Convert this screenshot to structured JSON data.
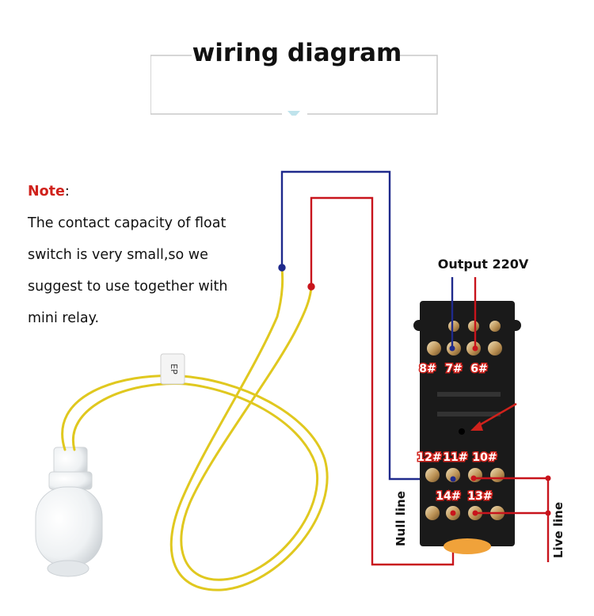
{
  "title": "wiring diagram",
  "note": {
    "label": "Note",
    "colon": ":",
    "lines": [
      "The contact capacity of float",
      "switch is very small,so we",
      "suggest to use together with",
      "mini relay."
    ]
  },
  "relay": {
    "output_label": "Output 220V",
    "top_pins": [
      "8#",
      "7#",
      "6#"
    ],
    "middle_pins": [
      "12#",
      "11#",
      "10#"
    ],
    "bottom_pins": [
      "14#",
      "13#"
    ]
  },
  "lines": {
    "null_line": "Null line",
    "live_line": "Live line"
  },
  "switch_tag": "EP",
  "colors": {
    "note_red": "#d0221c",
    "wire_blue": "#1f2a8c",
    "wire_red": "#c8141c",
    "cable_yellow": "#e6cf2a",
    "relay_body": "#1a1a1a"
  }
}
